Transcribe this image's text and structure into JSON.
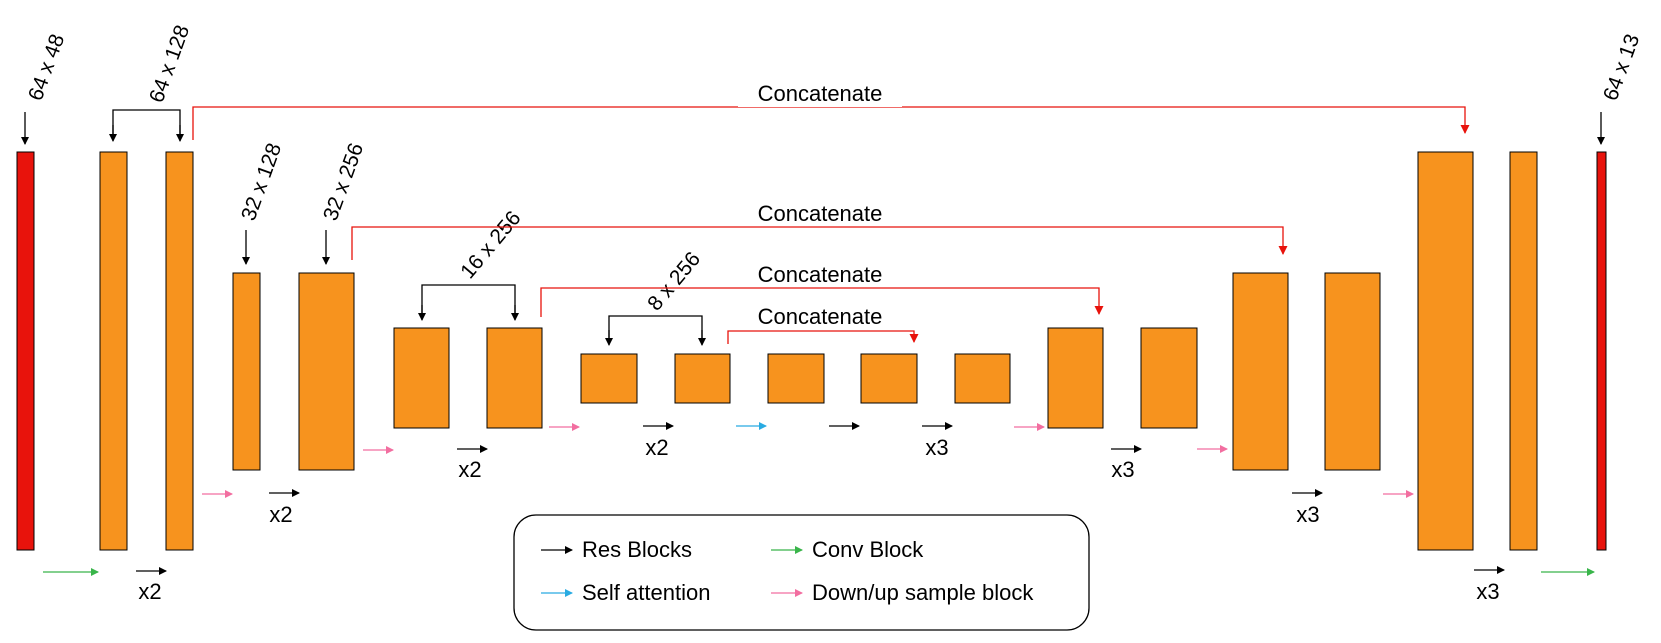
{
  "colors": {
    "block_fill": "#f7931e",
    "io_fill": "#e8130c",
    "concat_line": "#e8130c",
    "res_arrow": "#000000",
    "attention_arrow": "#29abe2",
    "conv_arrow": "#39b54a",
    "sample_arrow": "#f26ea0"
  },
  "dimensions": {
    "input": "64 x 48",
    "enc1": "64 x 128",
    "enc2a": "32 x 128",
    "enc2b": "32 x 256",
    "enc3": "16 x 256",
    "enc4": "8 x 256",
    "output": "64 x 13"
  },
  "concat": {
    "l1": "Concatenate",
    "l2": "Concatenate",
    "l3": "Concatenate",
    "l4": "Concatenate"
  },
  "repeats": {
    "r1": "x2",
    "r2": "x2",
    "r3": "x2",
    "r4": "x2",
    "r5": "x3",
    "r6": "x3",
    "r7": "x3",
    "r8": "x3"
  },
  "legend": {
    "res_blocks": "Res Blocks",
    "self_attention": "Self attention",
    "conv_block": "Conv Block",
    "sample_block": "Down/up sample block"
  }
}
